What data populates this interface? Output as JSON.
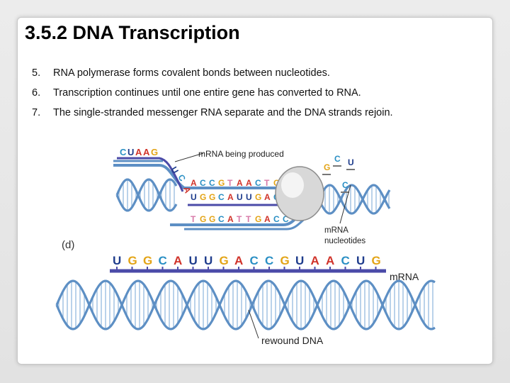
{
  "slide": {
    "title": "3.5.2 DNA Transcription",
    "points": [
      {
        "number": "5.",
        "text": "RNA polymerase forms covalent bonds between nucleotides."
      },
      {
        "number": "6.",
        "text": "Transcription continues until one entire gene has converted to RNA."
      },
      {
        "number": "7.",
        "text": "The single-stranded messenger RNA separate and the DNA strands rejoin."
      }
    ]
  },
  "figure": {
    "top_mrna_letters": "CUAAG",
    "label_mrna_being_produced": "mRNA being produced",
    "template_letters": "ACCGTAACTG",
    "new_rna_letters": "UGGCAUUGAC",
    "coding_letters": "TGGCATTGACC",
    "free_nucleotides": [
      "G",
      "C",
      "U",
      "C"
    ],
    "label_mrna_nucleotides_line1": "mRNA",
    "label_mrna_nucleotides_line2": "nucleotides",
    "panel_label": "(d)",
    "bottom_mrna_letters": "UGGCAUUGACCGUAACUG",
    "label_mrna": "mRNA",
    "label_rewound_dna": "rewound DNA",
    "colors": {
      "U": "#1e3c8c",
      "A": "#d0332a",
      "G": "#e3a416",
      "C": "#2a8fc4",
      "T": "#d87aa8",
      "dna_backbone": "#5d8fc4",
      "dna_rung": "#a9c6e4",
      "mrna_backbone": "#4b4ba8",
      "polymerase": "#d8d8d8"
    }
  }
}
